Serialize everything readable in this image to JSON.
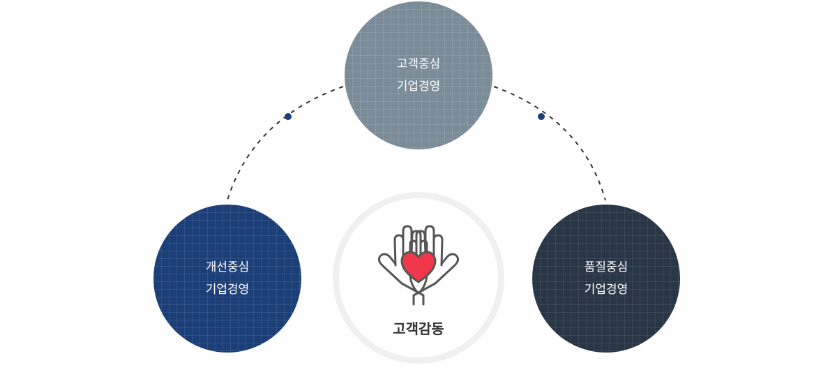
{
  "colors": {
    "top_node": "#7b8c99",
    "left_node": "#1c3f78",
    "right_node": "#283646",
    "connector": "#333333",
    "dot": "#1c3f78",
    "heart": "#f0374b",
    "center_ring": "#f0f0f0"
  },
  "nodes": {
    "top": {
      "line1": "고객중심",
      "line2": "기업경영"
    },
    "left": {
      "line1": "개선중심",
      "line2": "기업경영"
    },
    "right": {
      "line1": "품질중심",
      "line2": "기업경영"
    }
  },
  "center": {
    "label": "고객감동",
    "icon": "hands-heart-icon"
  }
}
